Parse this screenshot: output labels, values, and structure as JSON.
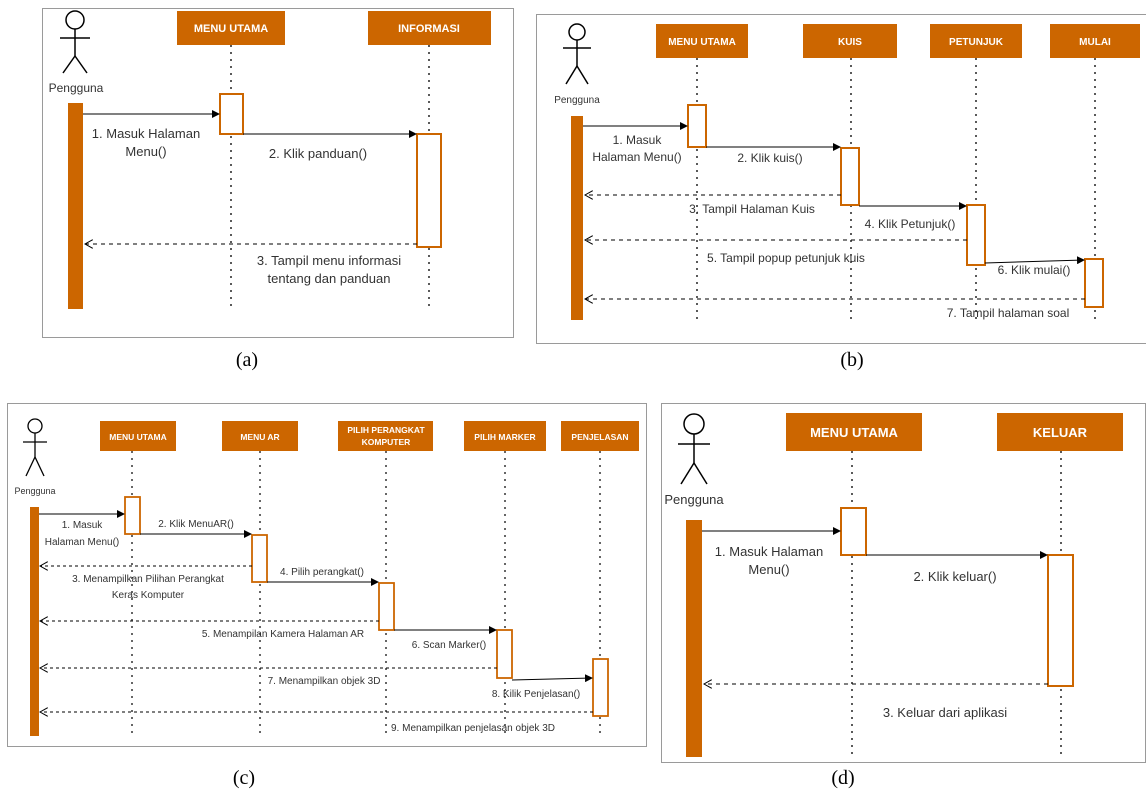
{
  "colors": {
    "lifeline_header": "#cc6600",
    "activation_border": "#cc6600",
    "actor_bar": "#cc6600",
    "panel_border": "#9a9a9a"
  },
  "captions": {
    "a": "(a)",
    "b": "(b)",
    "c": "(c)",
    "d": "(d)"
  },
  "diagram_a": {
    "actor": "Pengguna",
    "lifelines": [
      "MENU UTAMA",
      "INFORMASI"
    ],
    "messages": [
      {
        "line1": "1. Masuk Halaman",
        "line2": "Menu()"
      },
      {
        "line1": "2. Klik panduan()"
      },
      {
        "line1": "3. Tampil menu informasi",
        "line2": "tentang dan panduan"
      }
    ]
  },
  "diagram_b": {
    "actor": "Pengguna",
    "lifelines": [
      "MENU UTAMA",
      "KUIS",
      "PETUNJUK",
      "MULAI"
    ],
    "messages": [
      {
        "line1": "1. Masuk",
        "line2": "Halaman Menu()"
      },
      {
        "line1": "2. Klik kuis()"
      },
      {
        "line1": "3. Tampil Halaman Kuis"
      },
      {
        "line1": "4. Klik Petunjuk()"
      },
      {
        "line1": "5. Tampil popup petunjuk kuis"
      },
      {
        "line1": "6. Klik mulai()"
      },
      {
        "line1": "7. Tampil halaman soal"
      }
    ]
  },
  "diagram_c": {
    "actor": "Pengguna",
    "lifelines": [
      {
        "line1": "MENU UTAMA"
      },
      {
        "line1": "MENU AR"
      },
      {
        "line1": "PILIH PERANGKAT",
        "line2": "KOMPUTER"
      },
      {
        "line1": "PILIH MARKER"
      },
      {
        "line1": "PENJELASAN"
      }
    ],
    "messages": [
      {
        "line1": "1. Masuk",
        "line2": "Halaman Menu()"
      },
      {
        "line1": "2. Klik MenuAR()"
      },
      {
        "line1": "3. Menampilkan Pilihan Perangkat",
        "line2": "Keras Komputer"
      },
      {
        "line1": "4. Pilih perangkat()"
      },
      {
        "line1": "5. Menampilan Kamera Halaman AR"
      },
      {
        "line1": "6. Scan Marker()"
      },
      {
        "line1": "7. Menampilkan objek 3D"
      },
      {
        "line1": "8. Kilik Penjelasan()"
      },
      {
        "line1": "9. Menampilkan penjelasan objek 3D"
      }
    ]
  },
  "diagram_d": {
    "actor": "Pengguna",
    "lifelines": [
      "MENU UTAMA",
      "KELUAR"
    ],
    "messages": [
      {
        "line1": "1. Masuk Halaman",
        "line2": "Menu()"
      },
      {
        "line1": "2. Klik keluar()"
      },
      {
        "line1": "3. Keluar dari aplikasi"
      }
    ]
  }
}
